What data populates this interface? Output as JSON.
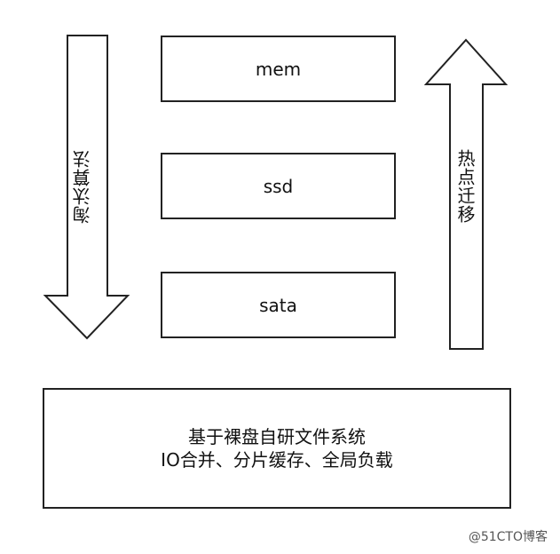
{
  "layers": {
    "mem": "mem",
    "ssd": "ssd",
    "sata": "sata"
  },
  "arrows": {
    "down_label": "淘汰算法",
    "up_label": "热点迁移"
  },
  "base": {
    "line1": "基于裸盘自研文件系统",
    "line2": "IO合并、分片缓存、全局负载"
  },
  "watermark": "@51CTO博客",
  "colors": {
    "stroke": "#222222",
    "background": "#ffffff"
  }
}
